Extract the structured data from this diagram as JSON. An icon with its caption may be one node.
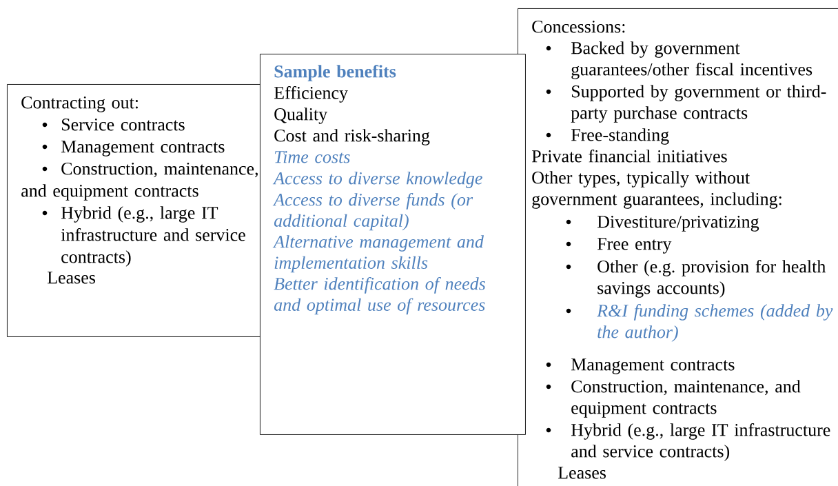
{
  "diagram": {
    "nodes": [
      {
        "text": [
          "Contracting out:",
          "Service contracts",
          "Management contracts",
          "Construction, maintenance, and equipment contracts",
          "Hybrid (e.g., large IT infrastructure and service contracts)",
          "Leases"
        ]
      },
      {
        "text": [
          "Sample benefits",
          "Efficiency",
          "Quality",
          "Cost and risk-sharing",
          "Time costs",
          "Access to diverse knowledge",
          "Access to diverse funds (or additional capital)",
          "Alternative management and implementation skills",
          "Better identification of needs and optimal use of resources"
        ]
      },
      {
        "text": [
          "Concessions:",
          "Backed by government guarantees/other fiscal incentives",
          "Supported by government or third-party purchase contracts",
          "Free-standing",
          "Private financial initiatives",
          "Other types, typically without government guarantees, including:",
          "Divestiture/privatizing",
          "Free entry",
          "Other (e.g. provision for health savings accounts)",
          "R&I funding schemes (added by the author)",
          "Management contracts",
          "Construction, maintenance, and equipment contracts",
          "Hybrid (e.g., large IT infrastructure and service contracts)",
          "Leases"
        ]
      }
    ]
  }
}
